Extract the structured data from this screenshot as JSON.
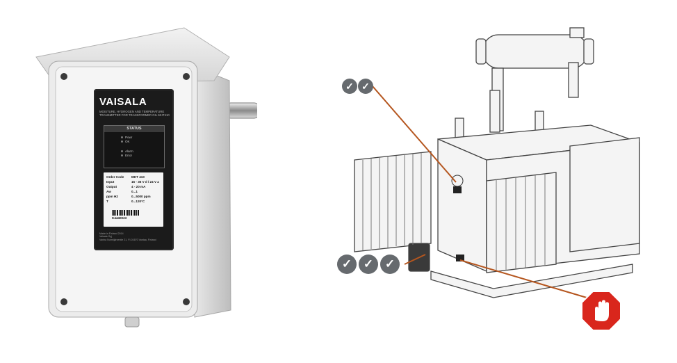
{
  "device": {
    "brand": "VAISALA",
    "description": "MOISTURE, HYDROGEN AND TEMPERATURE TRANSMITTER FOR TRANSFORMER OIL MHT410",
    "status_title": "STATUS",
    "leds": [
      "Powr",
      "OK",
      "Alarm",
      "Error"
    ],
    "specs": [
      {
        "key": "Order Code",
        "value": "MHT 410"
      },
      {
        "key": "Input",
        "value": "15 - 35 V d / 24 V a"
      },
      {
        "key": "Output",
        "value": "4 - 20 mA"
      },
      {
        "key": "Aw",
        "value": "0...1"
      },
      {
        "key": "ppm H2",
        "value": "0...5000 ppm"
      },
      {
        "key": "T",
        "value": "0...120°C"
      }
    ],
    "serial": "K4440023",
    "made_in": "Made in Finland 2014",
    "maker": "Vaisala Oyj",
    "address": "Vanha Nurmijärventie 21, FI-01670 Vantaa, Finland"
  },
  "badges": {
    "top_check_count": 2,
    "bottom_check_count": 3,
    "check_glyph": "✓",
    "stop_icon": "stop-hand-icon"
  },
  "colors": {
    "callout_line": "#b5561f",
    "check_badge": "#666a6e",
    "stop_red": "#d9261c"
  }
}
